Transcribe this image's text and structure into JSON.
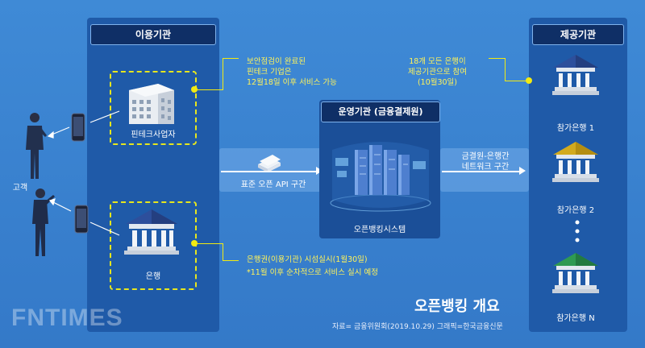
{
  "users_panel": {
    "title": "이용기관",
    "fintech_label": "핀테크사업자",
    "bank_label": "은행"
  },
  "provider_panel": {
    "title": "제공기관",
    "bank_1": "참가은행 1",
    "bank_2": "참가은행 2",
    "bank_n": "참가은행 N"
  },
  "operator": {
    "title": "운영기관 (금융결제원)",
    "system_label": "오픈뱅킹시스템"
  },
  "customer_label": "고객",
  "api_label": "표준 오픈 API 구간",
  "network_label": "금결원-은행간\n네트워크 구간",
  "notes": {
    "fintech": "보안점검이 완료된\n핀테크 기업은\n12월18일 이후 서비스 가능",
    "provider": "18개 모든 은행이\n제공기관으로 참여\n(10월30일)",
    "bank_1": "은행권(이용기관) 시섬실시(1월30일)",
    "bank_2": "*11월 이후 순차적으로 서비스 실시 예정"
  },
  "headline": "오픈뱅킹 개요",
  "source": "자료= 금융위원회(2019.10.29)  그래픽=한국금융신문",
  "watermark": "FNTIMES",
  "colors": {
    "roof_blue": "#2d4f9c",
    "roof_gold": "#d2aa1e",
    "roof_green": "#2f9a52",
    "note_yellow": "#fff35a"
  }
}
